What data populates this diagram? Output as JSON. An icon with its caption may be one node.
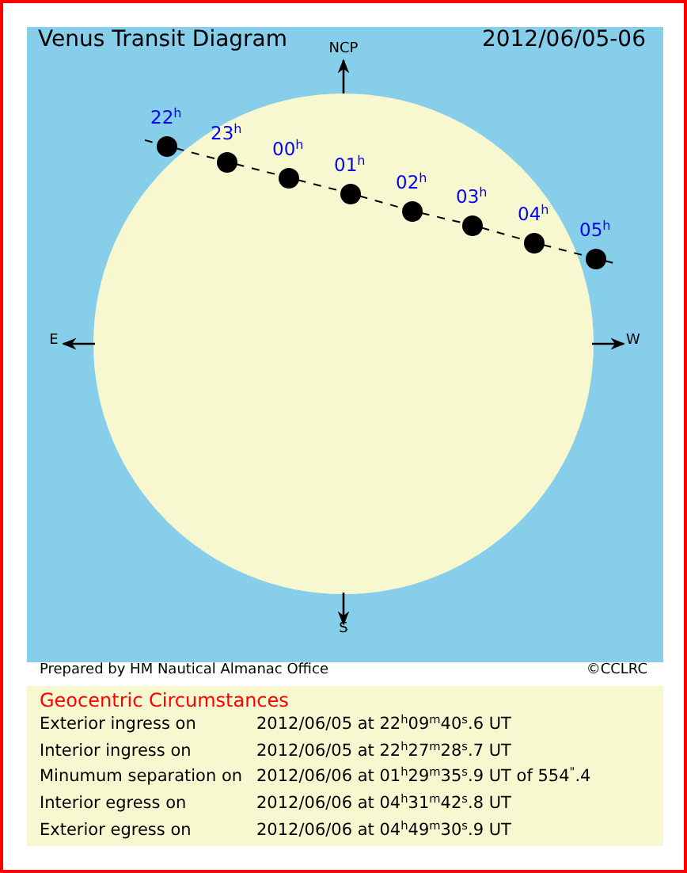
{
  "diagram": {
    "title": "Venus Transit Diagram",
    "nodes": [
      {
        "text": [],
        "shape": "circle",
        "beside": [
          "22$^{h}$"
        ]
      },
      {
        "text": [],
        "shape": "circle",
        "beside": [
          "23$^{h}$"
        ]
      },
      {
        "text": [],
        "shape": "circle",
        "beside": [
          "00$^{h}$"
        ]
      },
      {
        "text": [],
        "shape": "circle",
        "beside": [
          "01$^{h}$"
        ]
      },
      {
        "text": [],
        "shape": "circle",
        "beside": [
          "02$^{h}$"
        ]
      },
      {
        "text": [],
        "shape": "circle",
        "beside": [
          "03$^{h}$"
        ]
      },
      {
        "text": [],
        "shape": "circle",
        "beside": [
          "04$^{h}$"
        ]
      },
      {
        "text": [],
        "shape": "circle",
        "beside": [
          "05$^{h}$"
        ]
      }
    ],
    "edges": [
      {
        "from": null,
        "to": 0,
        "arrow": "none",
        "style": "dashed"
      },
      {
        "from": 0,
        "to": 1,
        "arrow": "none",
        "style": "dashed"
      },
      {
        "from": 1,
        "to": 2,
        "arrow": "none",
        "style": "dashed"
      },
      {
        "from": 2,
        "to": 3,
        "arrow": "none",
        "style": "dashed"
      },
      {
        "from": 3,
        "to": 4,
        "arrow": "none",
        "style": "dashed"
      },
      {
        "from": 4,
        "to": 5,
        "arrow": "none",
        "style": "dashed"
      },
      {
        "from": 5,
        "to": 6,
        "arrow": "none",
        "style": "dashed"
      },
      {
        "from": 6,
        "to": 7,
        "arrow": "none",
        "style": "dashed"
      },
      {
        "from": 7,
        "to": null,
        "arrow": "none",
        "style": "dashed"
      }
    ],
    "labels": [
      "2012/06/05-06",
      "NCP",
      "E",
      "W",
      "S",
      "Prepared by HM Nautical Almanac Office",
      "©CCLRC",
      "Geocentric Circumstances",
      "Exterior ingress on",
      "2012/06/05 at 22$^{h}$09$^{m}$40$^{s}$.6 UT",
      "Interior ingress on",
      "2012/06/05 at 22$^{h}$27$^{m}$28$^{s}$.7 UT",
      "Minumum separation on",
      "2012/06/06 at 01$^{h}$29$^{m}$35$^{s}$.9 UT of 554$^{\"}$.4",
      "Interior egress on",
      "2012/06/06 at 04$^{h}$31$^{m}$42$^{s}$.8 UT",
      "Exterior egress on",
      "2012/06/06 at 04$^{h}$49$^{m}$30$^{s}$.9 UT"
    ]
  }
}
